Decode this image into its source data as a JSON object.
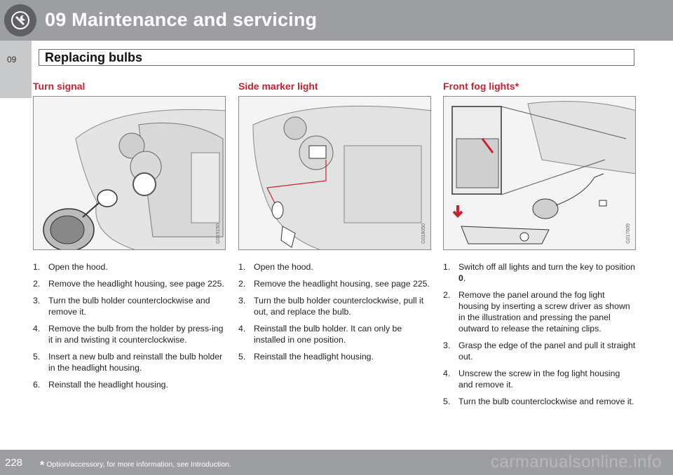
{
  "header": {
    "title": "09 Maintenance and servicing",
    "icon": "wrench-icon"
  },
  "side_tab": {
    "label": "09"
  },
  "section": {
    "title": "Replacing bulbs"
  },
  "columns": [
    {
      "title": "Turn signal",
      "figure_code": "G019150",
      "steps": [
        {
          "num": "1.",
          "text": "Open the hood."
        },
        {
          "num": "2.",
          "text": "Remove the headlight housing, see page 225."
        },
        {
          "num": "3.",
          "text": "Turn the bulb holder counterclockwise and remove it."
        },
        {
          "num": "4.",
          "text": "Remove the bulb from the holder by press-ing it in and twisting it counterclockwise."
        },
        {
          "num": "5.",
          "text": "Insert a new bulb and reinstall the bulb holder in the headlight housing."
        },
        {
          "num": "6.",
          "text": "Reinstall the headlight housing."
        }
      ]
    },
    {
      "title": "Side marker light",
      "figure_code": "G018050",
      "steps": [
        {
          "num": "1.",
          "text": "Open the hood."
        },
        {
          "num": "2.",
          "text": "Remove the headlight housing, see page 225."
        },
        {
          "num": "3.",
          "text": "Turn the bulb holder counterclockwise, pull it out, and replace the bulb."
        },
        {
          "num": "4.",
          "text": "Reinstall the bulb holder. It can only be installed in one position."
        },
        {
          "num": "5.",
          "text": "Reinstall the headlight housing."
        }
      ]
    },
    {
      "title": "Front fog lights*",
      "figure_code": "G017609",
      "steps": [
        {
          "num": "1.",
          "text_before": "Switch off all lights and turn the key to position ",
          "bold": "0",
          "text_after": "."
        },
        {
          "num": "2.",
          "text": "Remove the panel around the fog light housing by inserting a screw driver as shown in the illustration and pressing the panel outward to release the retaining clips."
        },
        {
          "num": "3.",
          "text": "Grasp the edge of the panel and pull it straight out."
        },
        {
          "num": "4.",
          "text": "Unscrew the screw in the fog light housing and remove it."
        },
        {
          "num": "5.",
          "text": "Turn the bulb counterclockwise and remove it."
        }
      ]
    }
  ],
  "footer": {
    "page_number": "228",
    "footnote_star": "*",
    "footnote": "Option/accessory, for more information, see Introduction.",
    "watermark": "carmanualsonline.info"
  },
  "colors": {
    "header_bg": "#9d9ea1",
    "accent_red": "#c8202f",
    "tab_bg": "#c8c9cb"
  }
}
